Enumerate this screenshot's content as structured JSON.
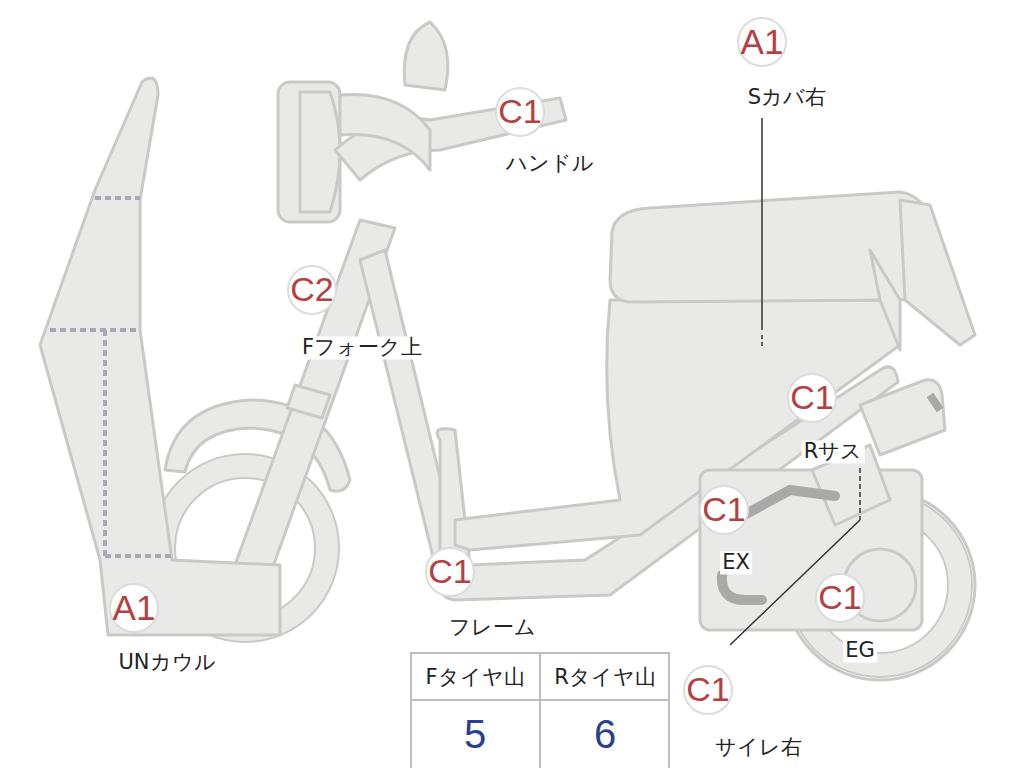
{
  "diagram": {
    "nodes": [
      {
        "text": [
          "A1",
          "Sカバ右"
        ]
      },
      {
        "text": [
          "C1",
          "ハンドル"
        ]
      },
      {
        "text": [
          "C2",
          "Fフォーク上"
        ]
      },
      {
        "text": [
          "C1",
          "Rサス"
        ]
      },
      {
        "text": [
          "C1",
          "EX"
        ]
      },
      {
        "text": [
          "A1",
          "UNカウル"
        ]
      },
      {
        "text": [
          "C1",
          "フレーム"
        ]
      },
      {
        "text": [
          "C1",
          "EG"
        ]
      },
      {
        "text": [
          "C1",
          "サイレ右"
        ]
      }
    ],
    "labels": [
      "Fタイヤ山",
      "Rタイヤ山",
      "5",
      "6"
    ]
  }
}
